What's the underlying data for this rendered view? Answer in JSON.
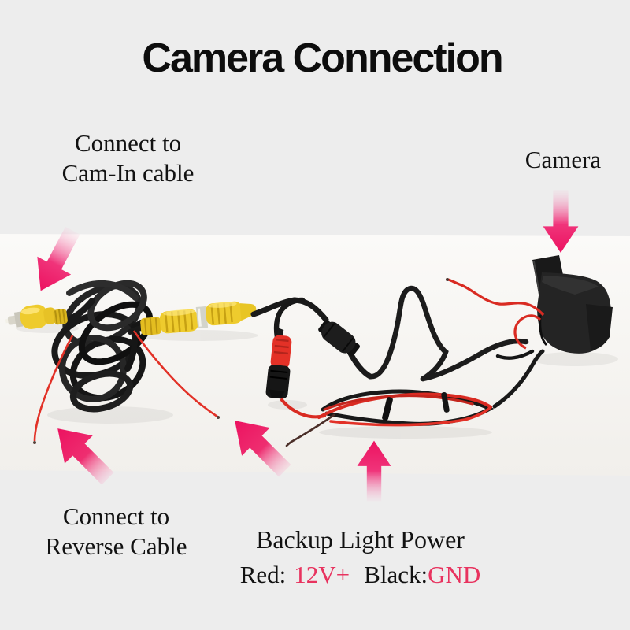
{
  "title": "Camera Connection",
  "labels": {
    "cam_in_line1": "Connect to",
    "cam_in_line2": "Cam-In cable",
    "camera": "Camera",
    "reverse_line1": "Connect to",
    "reverse_line2": "Reverse Cable",
    "backup_power": "Backup Light Power",
    "red_label": "Red:",
    "red_value": "12V+",
    "black_label": "Black:",
    "black_value": "GND"
  },
  "colors": {
    "background": "#ededed",
    "photo_background": "#faf9f7",
    "arrow_pink": "#ee1b64",
    "text_pink": "#e8335f",
    "rca_yellow": "#eecb2d",
    "power_red": "#e23127",
    "cable_black": "#1b1b1b"
  },
  "arrows": [
    {
      "name": "arrow-cam-in",
      "direction": "down-left",
      "points_to": "yellow-rca-plug"
    },
    {
      "name": "arrow-camera",
      "direction": "down",
      "points_to": "camera-unit"
    },
    {
      "name": "arrow-reverse",
      "direction": "up-left",
      "points_to": "red-trigger-wire-left"
    },
    {
      "name": "arrow-trigger",
      "direction": "up-left",
      "points_to": "red-trigger-wire-middle"
    },
    {
      "name": "arrow-backup-power",
      "direction": "up",
      "points_to": "power-wire-coil"
    }
  ]
}
